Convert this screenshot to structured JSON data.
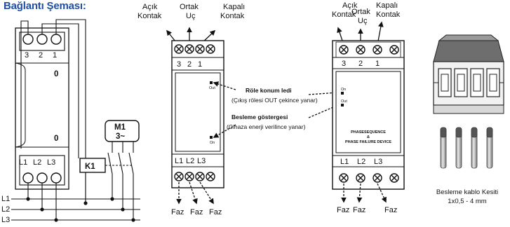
{
  "title": "Bağlantı Şeması:",
  "wiring": {
    "terminal_numbers": [
      "3",
      "2",
      "1"
    ],
    "led_marks": [
      "0",
      "0"
    ],
    "phase_terminals": [
      "L1",
      "L2",
      "L3"
    ],
    "phase_lines": [
      "L1",
      "L2",
      "L3"
    ],
    "motor_line1": "M1",
    "motor_line2": "3~",
    "contactor": "K1"
  },
  "middle_device": {
    "label_open_1": "Açık",
    "label_open_2": "Kontak",
    "label_common_1": "Ortak",
    "label_common_2": "Uç",
    "label_closed_1": "Kapalı",
    "label_closed_2": "Kontak",
    "terminal_numbers": [
      "3",
      "2",
      "1"
    ],
    "phase_terminals": [
      "L1",
      "L2",
      "L3"
    ],
    "led_out": "Out",
    "led_on": "On",
    "relay_led_title": "Röle konum ledi",
    "relay_led_note": "(Çıkış rölesi OUT çekince yanar)",
    "power_led_title": "Besleme göstergesi",
    "power_led_note": "(Cihaza enerji verilince yanar)",
    "faz": [
      "Faz",
      "Faz",
      "Faz"
    ]
  },
  "right_device": {
    "label_open_1": "Açık",
    "label_open_2": "Kontak",
    "label_common_1": "Ortak",
    "label_common_2": "Uç",
    "label_closed_1": "Kapalı",
    "label_closed_2": "Kontak",
    "terminal_numbers": [
      "3",
      "2",
      "1"
    ],
    "led_on": "On",
    "led_out": "Out",
    "device_name_1": "PHASESEQUENCE",
    "device_name_2": "&",
    "device_name_3": "PHASE FAILURE DEVICE",
    "phase_terminals": [
      "L1",
      "L2",
      "L3"
    ],
    "faz": [
      "Faz",
      "Faz",
      "Faz"
    ]
  },
  "cable_caption": {
    "line1": "Besleme kablo Kesiti",
    "line2": "1x0,5 - 4 mm"
  }
}
